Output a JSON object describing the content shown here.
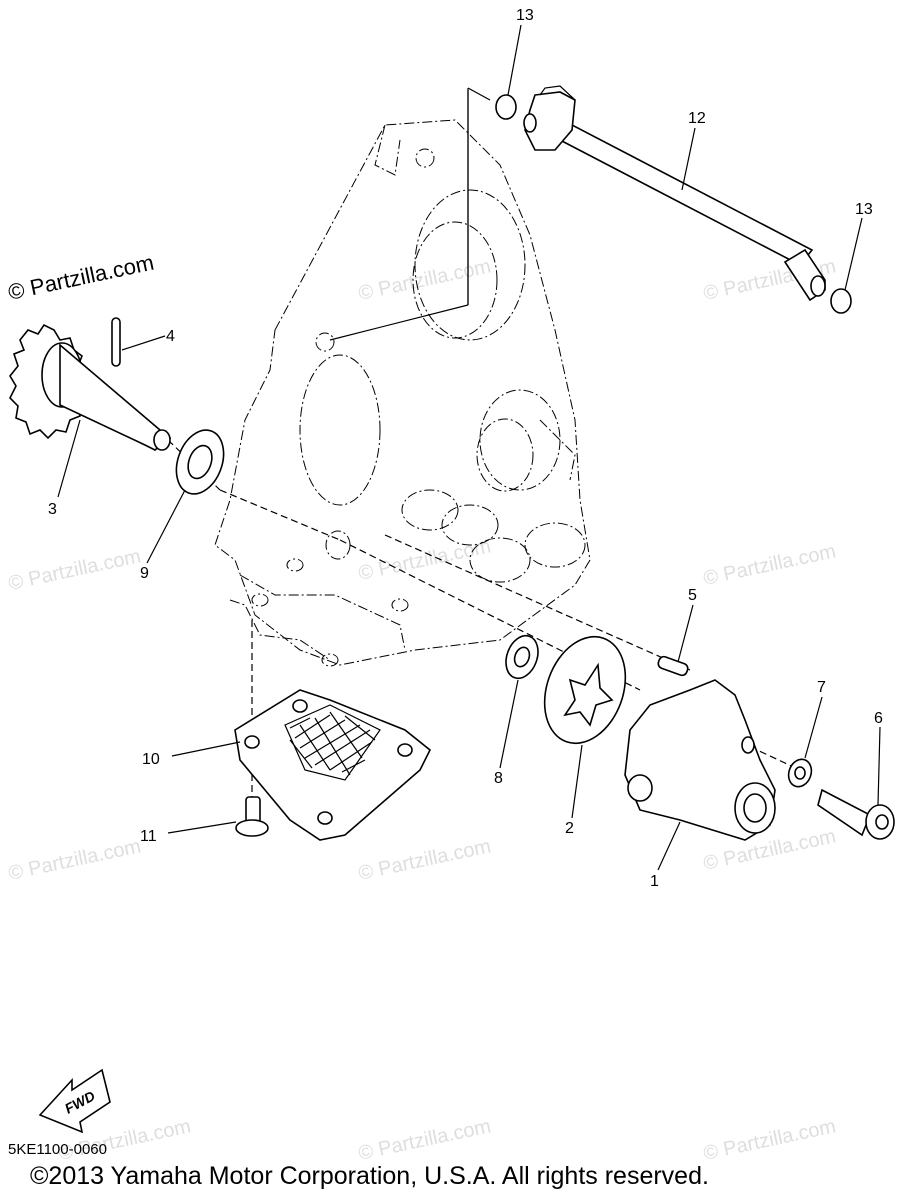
{
  "watermark": "© Partzilla.com",
  "brand_watermark": "© Partzilla.com",
  "fwd_label": "FWD",
  "diagram_code": "5KE1100-0060",
  "copyright": "©2013  Yamaha Motor Corporation, U.S.A. All rights reserved.",
  "callouts": {
    "c1": "1",
    "c2": "2",
    "c3": "3",
    "c4": "4",
    "c5": "5",
    "c6": "6",
    "c7": "7",
    "c8": "8",
    "c9": "9",
    "c10": "10",
    "c11": "11",
    "c12": "12",
    "c13a": "13",
    "c13b": "13"
  }
}
